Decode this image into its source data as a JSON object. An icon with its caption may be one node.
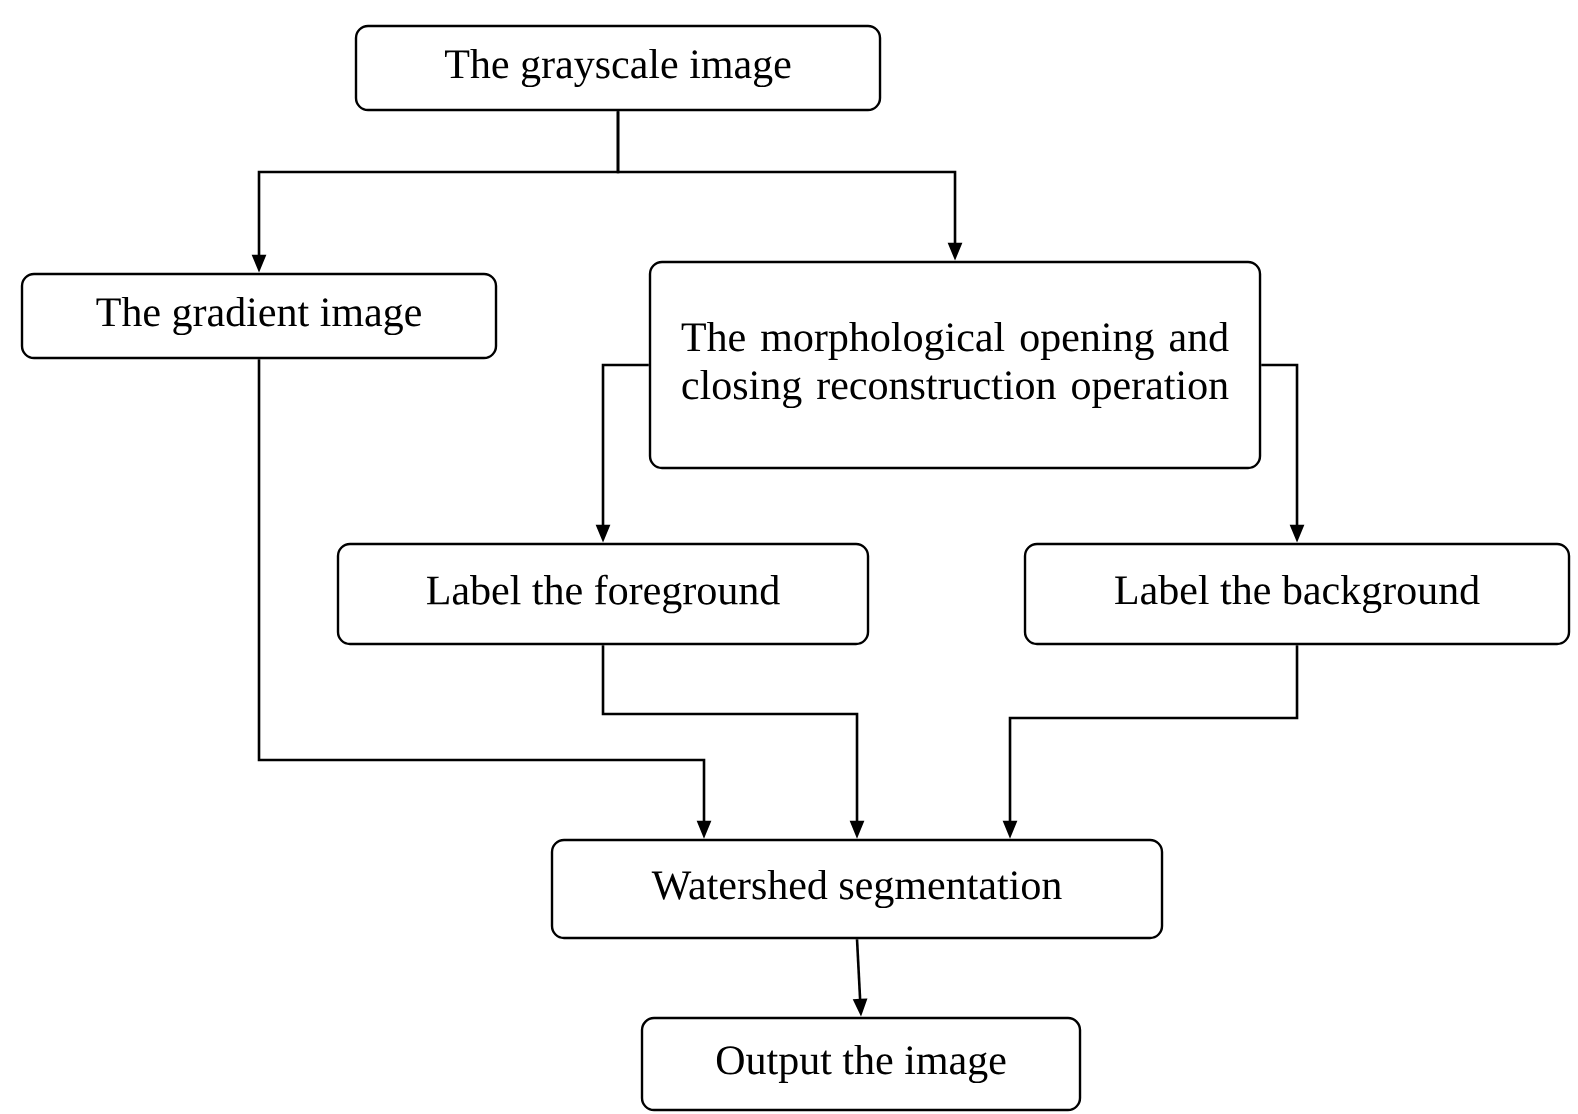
{
  "diagram": {
    "nodes": [
      {
        "text": [
          "The grayscale image"
        ]
      },
      {
        "text": [
          "The gradient image"
        ]
      },
      {
        "text": [
          "The morphological opening and closing reconstruction operation"
        ]
      },
      {
        "text": [
          "Label the foreground"
        ]
      },
      {
        "text": [
          "Label the background"
        ]
      },
      {
        "text": [
          "Watershed segmentation"
        ]
      },
      {
        "text": [
          "Output the image"
        ]
      }
    ],
    "edges": [
      {
        "from": 0,
        "to": 1,
        "arrow": "to"
      },
      {
        "from": 0,
        "to": 2,
        "arrow": "to"
      },
      {
        "from": 2,
        "to": 3,
        "arrow": "to"
      },
      {
        "from": 2,
        "to": 4,
        "arrow": "to"
      },
      {
        "from": 1,
        "to": 5,
        "arrow": "to"
      },
      {
        "from": 3,
        "to": 5,
        "arrow": "to"
      },
      {
        "from": 4,
        "to": 5,
        "arrow": "to"
      },
      {
        "from": 5,
        "to": 6,
        "arrow": "to"
      }
    ]
  }
}
